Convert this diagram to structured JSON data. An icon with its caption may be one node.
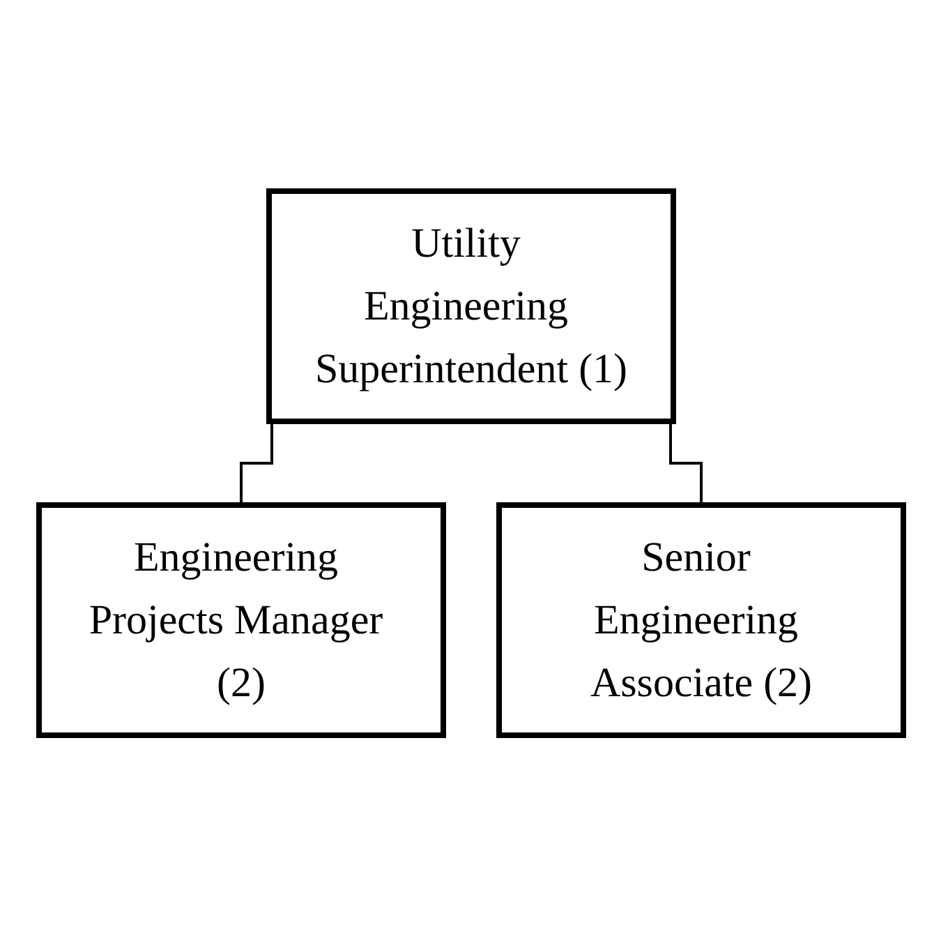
{
  "diagram": {
    "nodes": [
      {
        "text": [
          "Utility Engineering Superintendent (1)"
        ]
      },
      {
        "text": [
          "Engineering Projects Manager (2)"
        ]
      },
      {
        "text": [
          "Senior Engineering Associate (2)"
        ]
      }
    ],
    "edges": [
      {
        "from": 0,
        "to": 1,
        "arrow": "none"
      },
      {
        "from": 0,
        "to": 2,
        "arrow": "none"
      }
    ]
  }
}
